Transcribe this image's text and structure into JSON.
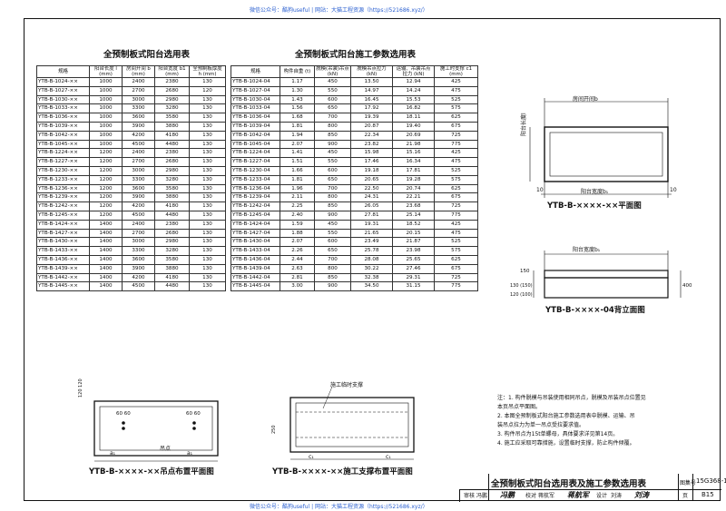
{
  "watermark_top": "微信公众号：酷狗useful  |  网站：大猫工程资源（https://521686.xyz/）",
  "watermark_bottom": "微信公众号：酷狗useful  |  网站：大猫工程资源（https://521686.xyz/）",
  "table1": {
    "title": "全预制板式阳台选用表",
    "headers": [
      "规格",
      "阳台长度 l (mm)",
      "房间开间 b (mm)",
      "阳台宽度 b1 (mm)",
      "全预制板厚度 h (mm)"
    ],
    "rows": [
      [
        "YTB-B-1024-××",
        "1000",
        "2400",
        "2380",
        "130"
      ],
      [
        "YTB-B-1027-××",
        "1000",
        "2700",
        "2680",
        "120"
      ],
      [
        "YTB-B-1030-××",
        "1000",
        "3000",
        "2980",
        "130"
      ],
      [
        "YTB-B-1033-××",
        "1000",
        "3300",
        "3280",
        "130"
      ],
      [
        "YTB-B-1036-××",
        "1000",
        "3600",
        "3580",
        "130"
      ],
      [
        "YTB-B-1039-××",
        "1000",
        "3900",
        "3880",
        "130"
      ],
      [
        "YTB-B-1042-××",
        "1000",
        "4200",
        "4180",
        "130"
      ],
      [
        "YTB-B-1045-××",
        "1000",
        "4500",
        "4480",
        "130"
      ],
      [
        "YTB-B-1224-××",
        "1200",
        "2400",
        "2380",
        "130"
      ],
      [
        "YTB-B-1227-××",
        "1200",
        "2700",
        "2680",
        "130"
      ],
      [
        "YTB-B-1230-××",
        "1200",
        "3000",
        "2980",
        "130"
      ],
      [
        "YTB-B-1233-××",
        "1200",
        "3300",
        "3280",
        "130"
      ],
      [
        "YTB-B-1236-××",
        "1200",
        "3600",
        "3580",
        "130"
      ],
      [
        "YTB-B-1239-××",
        "1200",
        "3900",
        "3880",
        "130"
      ],
      [
        "YTB-B-1242-××",
        "1200",
        "4200",
        "4180",
        "130"
      ],
      [
        "YTB-B-1245-××",
        "1200",
        "4500",
        "4480",
        "130"
      ],
      [
        "YTB-B-1424-××",
        "1400",
        "2400",
        "2380",
        "130"
      ],
      [
        "YTB-B-1427-××",
        "1400",
        "2700",
        "2680",
        "130"
      ],
      [
        "YTB-B-1430-××",
        "1400",
        "3000",
        "2980",
        "130"
      ],
      [
        "YTB-B-1433-××",
        "1400",
        "3300",
        "3280",
        "130"
      ],
      [
        "YTB-B-1436-××",
        "1400",
        "3600",
        "3580",
        "130"
      ],
      [
        "YTB-B-1439-××",
        "1400",
        "3900",
        "3880",
        "130"
      ],
      [
        "YTB-B-1442-××",
        "1400",
        "4200",
        "4180",
        "130"
      ],
      [
        "YTB-B-1445-××",
        "1400",
        "4500",
        "4480",
        "130"
      ]
    ]
  },
  "table2": {
    "title": "全预制板式阳台施工参数选用表",
    "headers": [
      "规格",
      "构件自重 (t)",
      "脱模(吊装)吊点 (kN)",
      "脱模吊点拉力 (kN)",
      "运输、吊装吊点拉力 (kN)",
      "施工时支撑 c1 (mm)"
    ],
    "rows": [
      [
        "YTB-B-1024-04",
        "1.17",
        "450",
        "13.50",
        "12.94",
        "425"
      ],
      [
        "YTB-B-1027-04",
        "1.30",
        "550",
        "14.97",
        "14.24",
        "475"
      ],
      [
        "YTB-B-1030-04",
        "1.43",
        "600",
        "16.45",
        "15.53",
        "525"
      ],
      [
        "YTB-B-1033-04",
        "1.56",
        "650",
        "17.92",
        "16.82",
        "575"
      ],
      [
        "YTB-B-1036-04",
        "1.68",
        "700",
        "19.39",
        "18.11",
        "625"
      ],
      [
        "YTB-B-1039-04",
        "1.81",
        "800",
        "20.87",
        "19.40",
        "675"
      ],
      [
        "YTB-B-1042-04",
        "1.94",
        "850",
        "22.34",
        "20.69",
        "725"
      ],
      [
        "YTB-B-1045-04",
        "2.07",
        "900",
        "23.82",
        "21.98",
        "775"
      ],
      [
        "YTB-B-1224-04",
        "1.41",
        "450",
        "15.98",
        "15.16",
        "425"
      ],
      [
        "YTB-B-1227-04",
        "1.51",
        "550",
        "17.46",
        "16.34",
        "475"
      ],
      [
        "YTB-B-1230-04",
        "1.66",
        "600",
        "19.18",
        "17.81",
        "525"
      ],
      [
        "YTB-B-1233-04",
        "1.81",
        "650",
        "20.65",
        "19.28",
        "575"
      ],
      [
        "YTB-B-1236-04",
        "1.96",
        "700",
        "22.50",
        "20.74",
        "625"
      ],
      [
        "YTB-B-1239-04",
        "2.11",
        "800",
        "24.31",
        "22.21",
        "675"
      ],
      [
        "YTB-B-1242-04",
        "2.25",
        "850",
        "26.05",
        "23.68",
        "725"
      ],
      [
        "YTB-B-1245-04",
        "2.40",
        "900",
        "27.81",
        "25.14",
        "775"
      ],
      [
        "YTB-B-1424-04",
        "1.59",
        "450",
        "19.31",
        "18.52",
        "425"
      ],
      [
        "YTB-B-1427-04",
        "1.88",
        "550",
        "21.65",
        "20.15",
        "475"
      ],
      [
        "YTB-B-1430-04",
        "2.07",
        "600",
        "23.49",
        "21.87",
        "525"
      ],
      [
        "YTB-B-1433-04",
        "2.26",
        "650",
        "25.78",
        "23.98",
        "575"
      ],
      [
        "YTB-B-1436-04",
        "2.44",
        "700",
        "28.08",
        "25.65",
        "625"
      ],
      [
        "YTB-B-1439-04",
        "2.63",
        "800",
        "30.22",
        "27.46",
        "675"
      ],
      [
        "YTB-B-1442-04",
        "2.81",
        "850",
        "32.38",
        "29.31",
        "725"
      ],
      [
        "YTB-B-1445-04",
        "3.00",
        "900",
        "34.50",
        "31.15",
        "775"
      ]
    ]
  },
  "plan": {
    "caption": "YTB-B-××××-××平面图",
    "opening_label": "房间开间b",
    "length_label": "阳台长度l",
    "width_label": "阳台宽度b₁",
    "dim_left": "10",
    "dim_right": "10"
  },
  "elevation": {
    "caption": "YTB-B-××××-04背立面图",
    "width_label": "阳台宽度b₁",
    "dim_150": "150",
    "dim_400": "400",
    "dim_left": "130 (150)",
    "dim_left2": "120 (100)"
  },
  "lift": {
    "caption": "YTB-B-××××-××吊点布置平面图",
    "dim_top": "120 120",
    "dim_60": "60 60",
    "label_a1": "a₁",
    "label_hole": "吊点"
  },
  "support": {
    "caption": "YTB-B-××××-××施工支撑布置平面图",
    "label_support": "施工临时支撑",
    "dim_c1": "c₁",
    "dim_250": "250"
  },
  "notes": {
    "lines": [
      "注：1. 构件脱模与吊装使用相同吊点，脱模及吊装吊点位置见",
      "        本页吊点平面图。",
      "    2. 本图全预制板式阳台施工参数选用表中脱模、运输、吊",
      "        装吊点拉力为单一吊点受拉要求值。",
      "    3. 构件吊点为15t单螺母，具体要求详见第14页。",
      "    4. 施工应采取可靠措施，设置临时支撑，防止构件倾覆。"
    ]
  },
  "title_block": {
    "title": "全预制板式阳台选用表及施工参数选用表",
    "atlas_label": "图集号",
    "atlas_no": "15G368-1",
    "review_label": "审核",
    "reviewer": "冯鹏",
    "check_label": "校对",
    "checker": "蒋航军",
    "design_label": "设计",
    "designer": "刘涛",
    "page_label": "页",
    "page_no": "B15"
  }
}
